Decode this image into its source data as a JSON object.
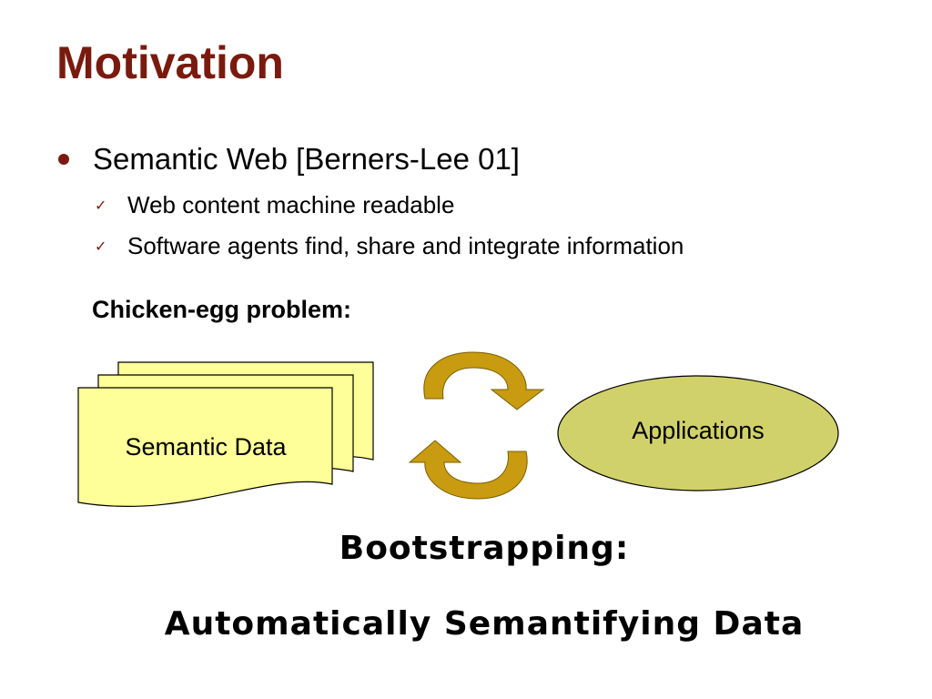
{
  "slide": {
    "title": "Motivation",
    "bullet": "Semantic Web [Berners-Lee 01]",
    "sub_bullets": [
      "Web content machine readable",
      "Software agents find, share and integrate information"
    ],
    "problem_label": "Chicken-egg problem:",
    "diagram": {
      "data_label": "Semantic Data",
      "apps_label": "Applications"
    },
    "conclusion_line1": "Bootstrapping:",
    "conclusion_line2": "Automatically Semantifying Data"
  },
  "colors": {
    "title": "#7a1a0f",
    "document_fill": "#ffff99",
    "ellipse_fill": "#d1d16b",
    "arrow_fill": "#c89b10"
  },
  "icons": {
    "bullet": "dot-icon",
    "sub_bullet": "check-icon",
    "cycle": "cycle-arrows-icon"
  }
}
